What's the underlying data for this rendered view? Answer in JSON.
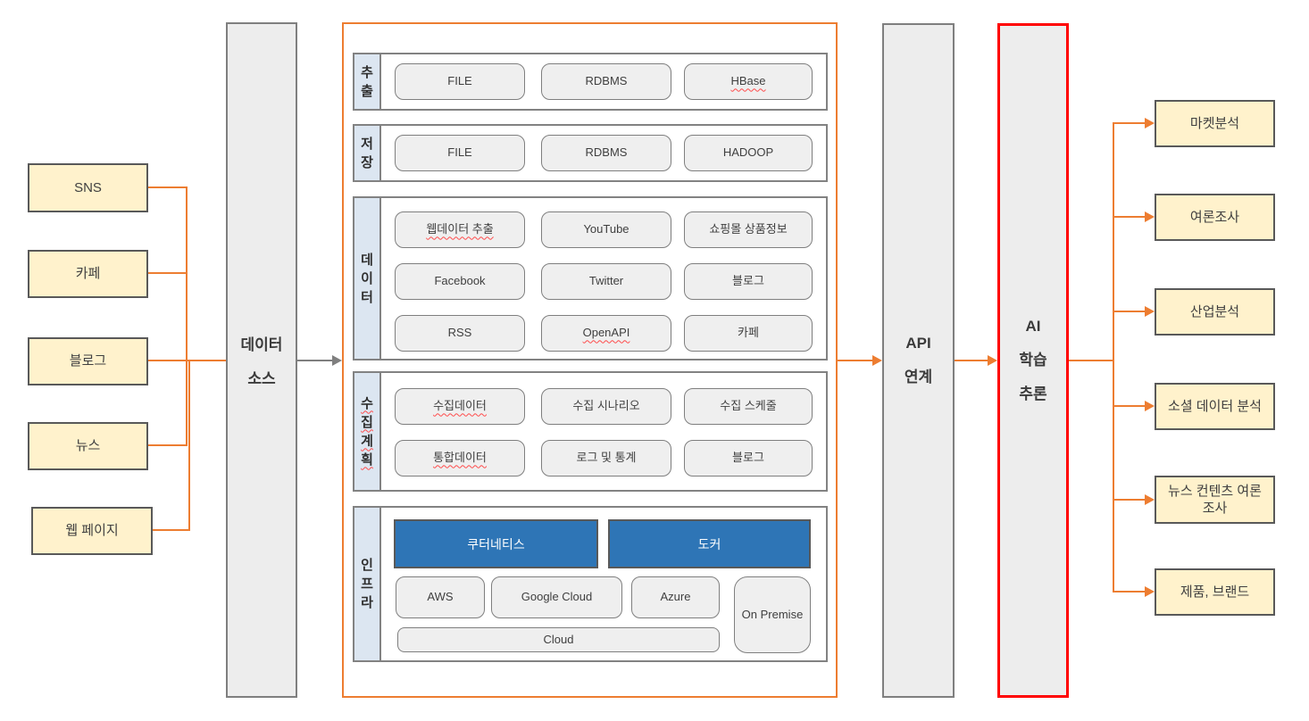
{
  "colors": {
    "flow_orange": "#ED7D31",
    "highlight_red": "#FF0000",
    "source_yellow": "#FFF2CC",
    "row_label_blue": "#DCE6F1",
    "platform_blue": "#2E75B6"
  },
  "sources": [
    "SNS",
    "카페",
    "블로그",
    "뉴스",
    "웹 페이지"
  ],
  "data_source_pillar": [
    "데이터",
    "소스"
  ],
  "pipeline": {
    "rows": [
      {
        "label": "추출",
        "items": [
          "FILE",
          "RDBMS",
          "HBase"
        ]
      },
      {
        "label": "저장",
        "items": [
          "FILE",
          "RDBMS",
          "HADOOP"
        ]
      },
      {
        "label": "데이터",
        "items": [
          "웹데이터 추출",
          "YouTube",
          "쇼핑몰 상품정보",
          "Facebook",
          "Twitter",
          "블로그",
          "RSS",
          "OpenAPI",
          "카페"
        ]
      },
      {
        "label": "수집계획",
        "items": [
          "수집데이터",
          "수집 시나리오",
          "수집 스케줄",
          "통합데이터",
          "로그 및 통계",
          "블로그"
        ]
      },
      {
        "label": "인프라",
        "platform_items": [
          "쿠터네티스",
          "도커"
        ],
        "cloud_items": [
          "AWS",
          "Google Cloud",
          "Azure"
        ],
        "onpremise_label": "On Premise",
        "cloud_bar_label": "Cloud"
      }
    ]
  },
  "api_pillar": [
    "API",
    "연계"
  ],
  "ai_pillar": [
    "AI",
    "학습",
    "추론"
  ],
  "outputs": [
    "마켓분석",
    "여론조사",
    "산업분석",
    "소셜 데이터 분석",
    "뉴스 컨텐츠 여론조사",
    "제품, 브랜드"
  ]
}
